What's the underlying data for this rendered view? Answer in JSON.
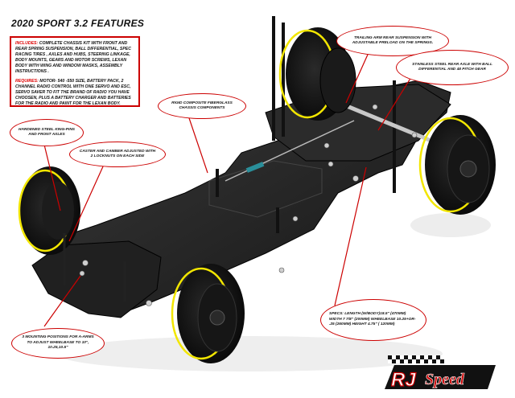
{
  "title": "2020  SPORT 3.2 FEATURES",
  "features_box": {
    "includes_lead": "INCLUDES:",
    "includes_text": " COMPLETE CHASSIS KIT WITH FRONT AND REAR SPRING SUSPENSION, BALL DIFFERENTIAL, SPEC RACING TIRES , AXLES AND HUBS, STEERING LINKAGE, BODY MOUNTS,  GEARS AND MOTOR SCREWS, LEXAN BODY WITH WING AND WINDOW MASKS,  ASSEMBLY INSTRUCTIONS .",
    "requires_lead": "REQUIRES:",
    "requires_text": " MOTOR- 540 -550 SIZE, BATTERY PACK, 2 CHANNEL RADIO CONTROL WITH ONE SERVO AND ESC, SERVO SAVER TO FIT THE BRAND OF RADIO YOU HAVE CHOOSEN, PLUS A BATTERY CHARGER AND BATTERIES FOR THE RADIO  AND PAINT FOR THE LEXAN BODY."
  },
  "callouts": {
    "trailing_arm": "TRAILING ARM REAR SUSPENSION WITH ADJUSTABLE  PRELOAD ON THE SPRINGS.",
    "rear_axle": "STAINLESS STEEL REAR AXLE WITH BALL DIFFERENTIAL AND 48 PITCH GEAR",
    "fiberglass": "RIGID COMPOSITE FIBERGLASS CHASSIS COMPONENTS",
    "kingpins": "HARDENED STEEL KING-PINS AND FRONT AXLES",
    "caster": "CASTER AND CAMBER ADJUSTED  WITH 2 LOCKNUTS ON EACH SIDE",
    "mounting": "3 MOUNTING POSITIONS FOR A-ARMS TO ADJUST WHEELBASE TO 10\", 10.25,10.5\"",
    "specs": "SPECS: LENGTH  (W/BODY)18.5\" (470MM) WIDTH 7 7/8\" (200MM) WHEELBASE 10.25+OR-  .25 (260MM) HEIGHT 4.75\" ( 120MM)"
  },
  "logo": {
    "text_main": "RJ",
    "text_script": "Speed"
  },
  "colors": {
    "accent_red": "#cc0000",
    "tire_yellow": "#f2e600",
    "chassis": "#1e1e1e"
  }
}
